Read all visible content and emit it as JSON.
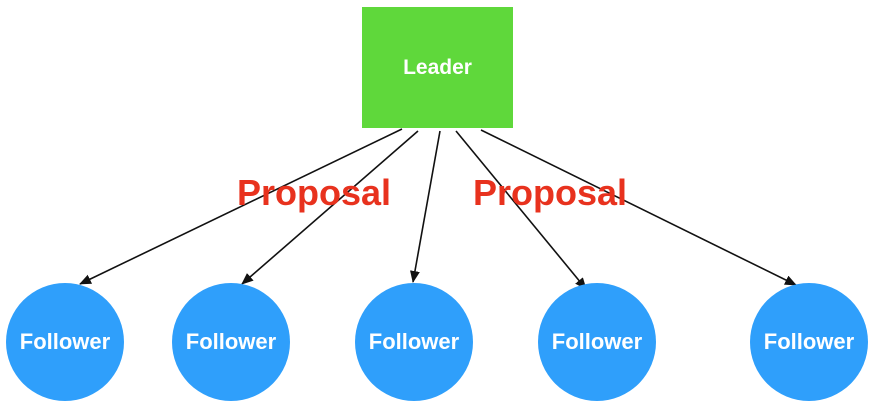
{
  "leader": {
    "label": "Leader"
  },
  "followers": [
    {
      "label": "Follower"
    },
    {
      "label": "Follower"
    },
    {
      "label": "Follower"
    },
    {
      "label": "Follower"
    },
    {
      "label": "Follower"
    }
  ],
  "edge_labels": [
    "Proposal",
    "Proposal"
  ],
  "colors": {
    "leader": "#5fd83b",
    "follower": "#2f9ffb",
    "label": "#e8321e",
    "arrow": "#111111"
  }
}
